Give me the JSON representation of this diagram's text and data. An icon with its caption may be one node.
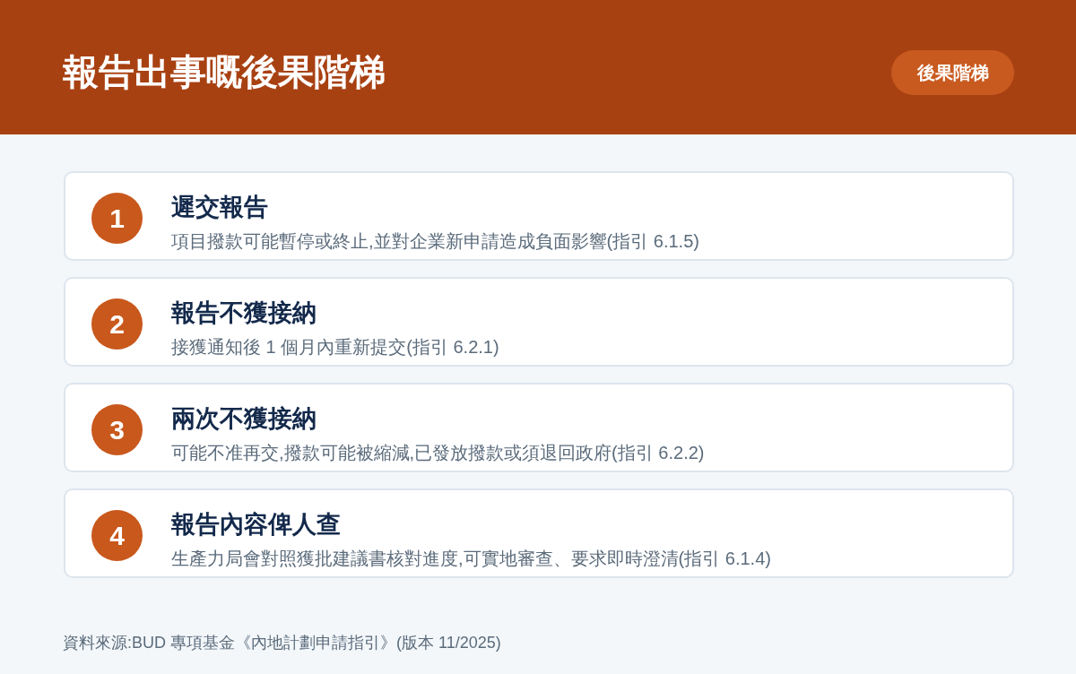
{
  "diagram": {
    "title": "報告出事嘅後果階梯",
    "caption": "資料來源:BUD 專項基金《內地計劃申請指引》(版本 11/2025)",
    "nodes": [
      {
        "text": [
          "後果階梯"
        ]
      },
      {
        "text": [
          "遲交報告",
          "項目撥款可能暫停或終止,並對企業新申請造成負面影響(指引 6.1.5)"
        ]
      },
      {
        "text": [
          "1"
        ],
        "in": 1
      },
      {
        "text": [
          "報告不獲接納",
          "接獲通知後 1 個月內重新提交(指引 6.2.1)"
        ]
      },
      {
        "text": [
          "2"
        ],
        "in": 3
      },
      {
        "text": [
          "兩次不獲接納",
          "可能不准再交,撥款可能被縮減,已發放撥款或須退回政府(指引 6.2.2)"
        ]
      },
      {
        "text": [
          "3"
        ],
        "in": 5
      },
      {
        "text": [
          "報告內容俾人查",
          "生產力局會對照獲批建議書核對進度,可實地審查、要求即時澄清(指引 6.1.4)"
        ]
      },
      {
        "text": [
          "4"
        ],
        "in": 7
      }
    ]
  }
}
